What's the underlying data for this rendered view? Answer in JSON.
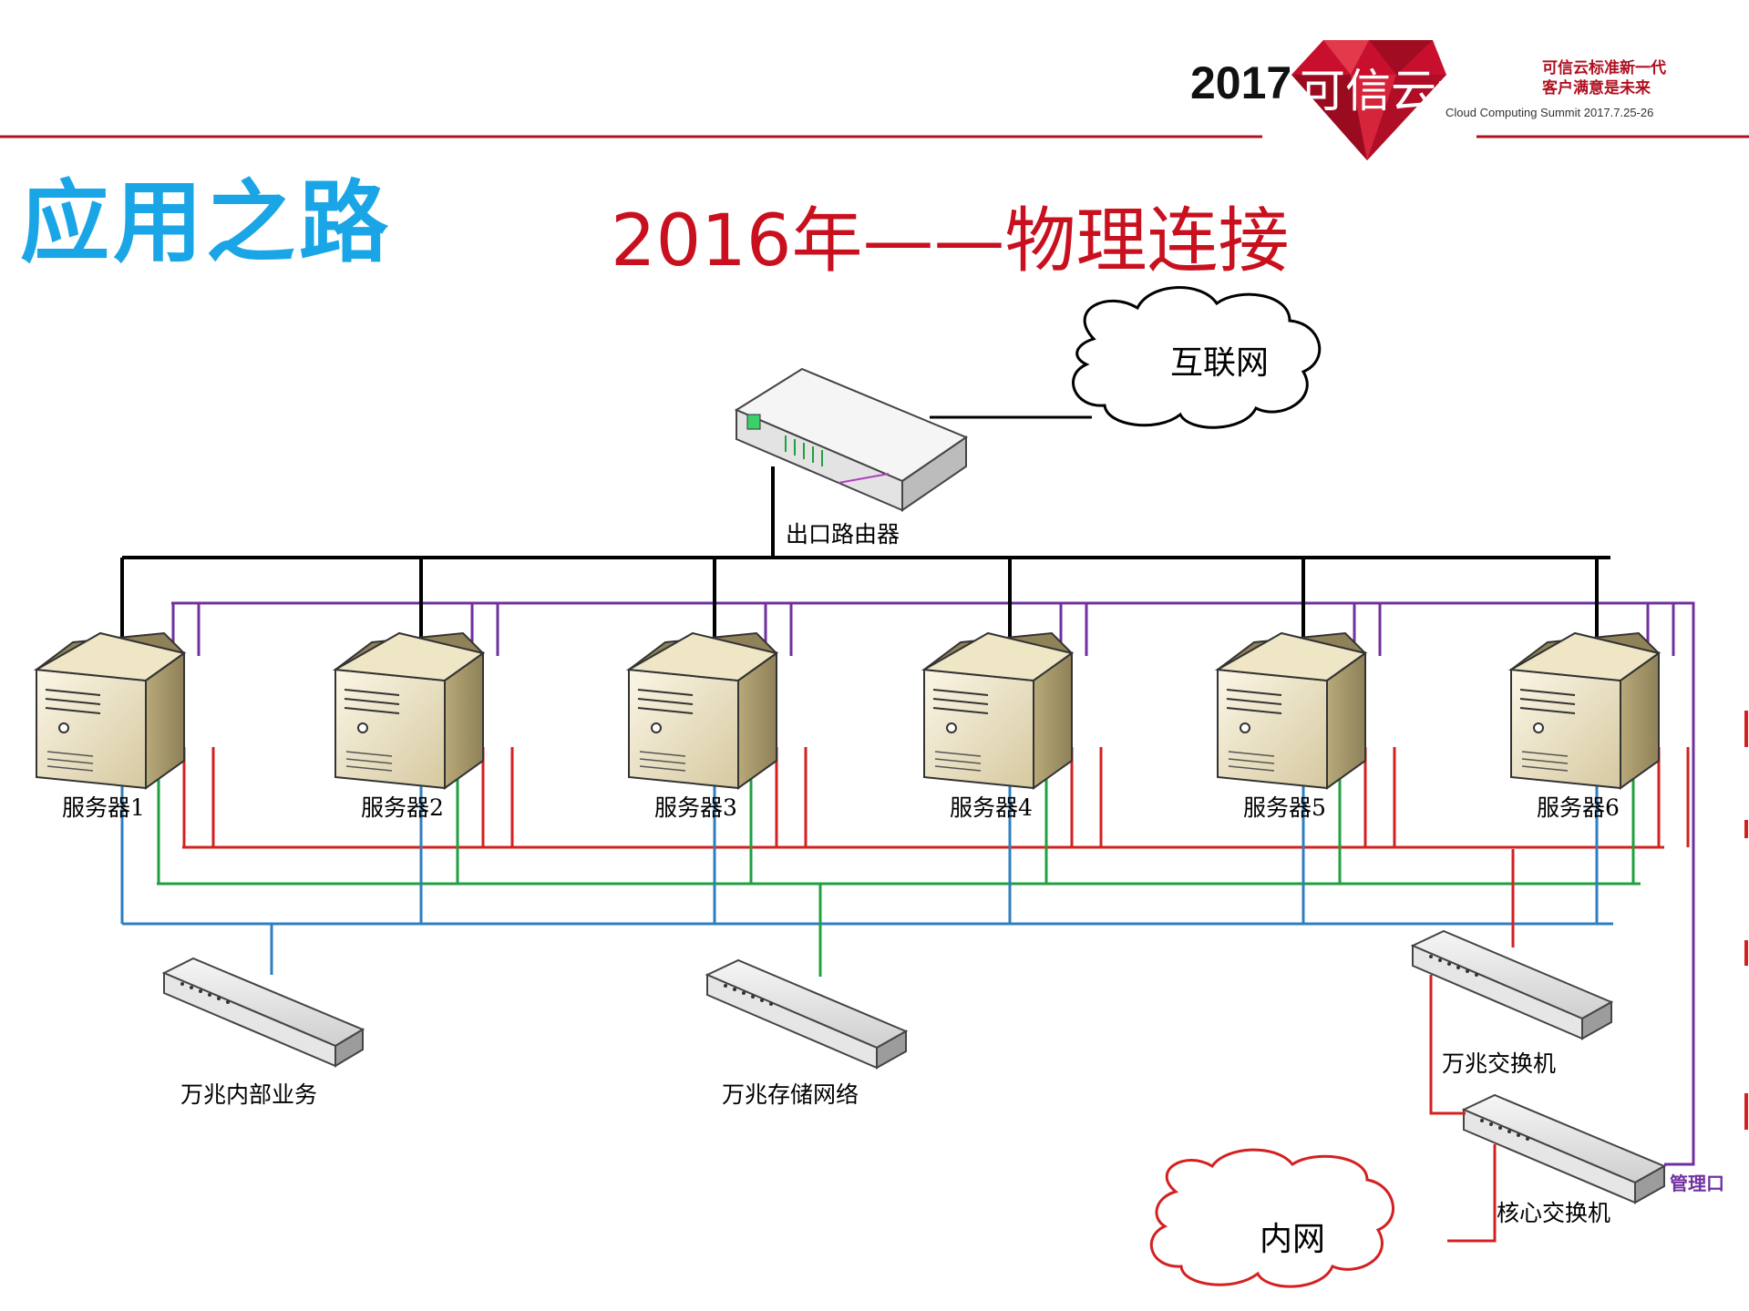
{
  "header": {
    "title": "应用之路",
    "subtitle": "2016年——物理连接"
  },
  "logo": {
    "year": "2017",
    "name": "可信云大会",
    "slogan_line1": "可信云标准新一代",
    "slogan_line2": "客户满意是未来",
    "event": "Cloud Computing Summit 2017.7.25-26"
  },
  "diagram": {
    "internet_label": "互联网",
    "router_label": "出口路由器",
    "servers": [
      "服务器1",
      "服务器2",
      "服务器3",
      "服务器4",
      "服务器5",
      "服务器6"
    ],
    "switch_internal_label": "万兆内部业务",
    "switch_storage_label": "万兆存储网络",
    "switch_10g_label": "万兆交换机",
    "core_switch_label": "核心交换机",
    "intranet_label": "内网",
    "mgmt_port_label": "管理口"
  },
  "colors": {
    "title": "#1aa6e6",
    "subtitle": "#c8101e",
    "mgmt_link": "#7030a0",
    "business_link": "#d42020",
    "storage_link": "#20a040",
    "internal_link": "#2f7fc0",
    "uplink": "#000000"
  }
}
